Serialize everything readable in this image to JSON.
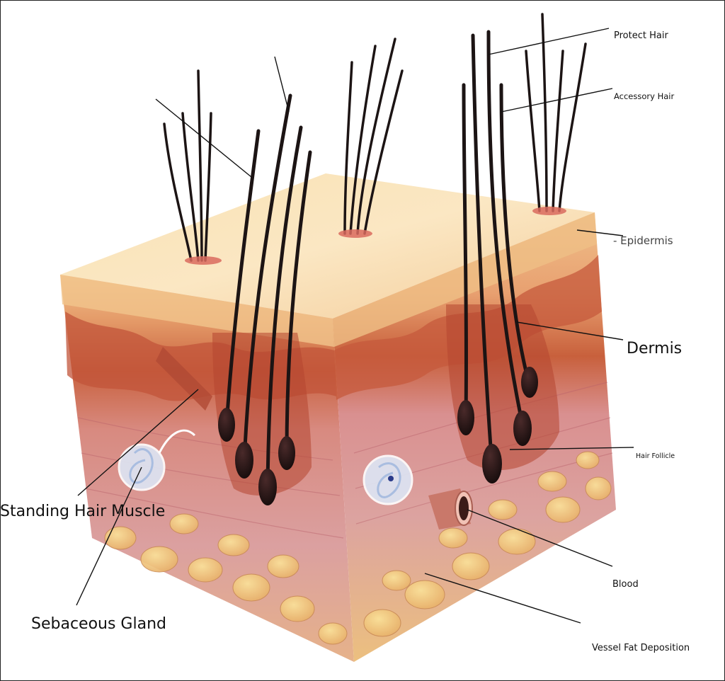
{
  "labels": {
    "protect_hair": "Protect Hair",
    "accessory_hair": "Accessory Hair",
    "epidermis": "- Epidermis",
    "dermis": "Dermis",
    "hair_follicle": "Hair Follicle",
    "blood": "Blood",
    "vessel_fat_deposition": "Vessel Fat Deposition",
    "standing_hair_muscle": "Standing Hair Muscle",
    "sebaceous_gland": "Sebaceous Gland"
  },
  "colors": {
    "epidermis_top": "#f6d9a6",
    "epidermis_band": "#f0c089",
    "dermis_upper": "#c4553a",
    "dermis_lower": "#d9a0a0",
    "fat_cells": "#f0c97a",
    "hair": "#1c1414",
    "gland": "#dde6f5",
    "vessel": "#c9786a",
    "leader_line": "#111111"
  }
}
